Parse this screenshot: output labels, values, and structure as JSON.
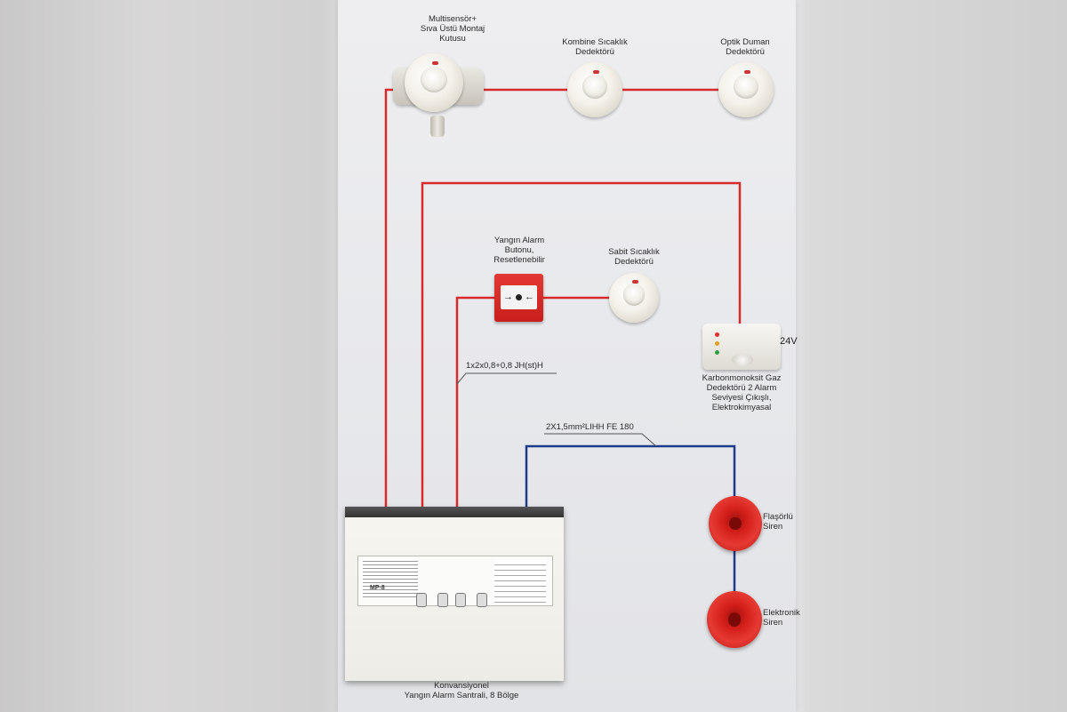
{
  "image": {
    "subject": "fire-alarm-demo-board",
    "colors": {
      "detector_cable": "#d62b2b",
      "siren_cable": "#1e3a8a",
      "siren_body": "#d41f1a",
      "call_point_body": "#d42a25"
    }
  },
  "devices": {
    "multisensor": {
      "label_line1": "Multisensör+",
      "label_line2": "Sıva Üstü Montaj",
      "label_line3": "Kutusu"
    },
    "combined_heat": {
      "label_line1": "Kombine Sıcaklık",
      "label_line2": "Dedektörü"
    },
    "optical_smoke": {
      "label_line1": "Optik Duman",
      "label_line2": "Dedektörü"
    },
    "call_point": {
      "label_line1": "Yangın Alarm",
      "label_line2": "Butonu,",
      "label_line3": "Resetlenebilir"
    },
    "fixed_heat": {
      "label_line1": "Sabit Sıcaklık",
      "label_line2": "Dedektörü"
    },
    "co_detector": {
      "label_line1": "Karbonmonoksit Gaz",
      "label_line2": "Dedektörü 2 Alarm",
      "label_line3": "Seviyesi Çıkışlı,",
      "label_line4": "Elektrokimyasal",
      "voltage": "24V"
    },
    "flash_siren": {
      "label_line1": "Flaşörlü",
      "label_line2": "Siren"
    },
    "electronic_siren": {
      "label_line1": "Elektronik",
      "label_line2": "Siren"
    },
    "panel": {
      "label_line1": "Konvansiyonel",
      "label_line2": "Yangın Alarm Santrali, 8 Bölge",
      "model": "MP-8"
    }
  },
  "cables": {
    "detector_cable": "1x2x0,8+0,8 JH(st)H",
    "siren_cable": "2X1,5mm²LIHH FE 180"
  }
}
